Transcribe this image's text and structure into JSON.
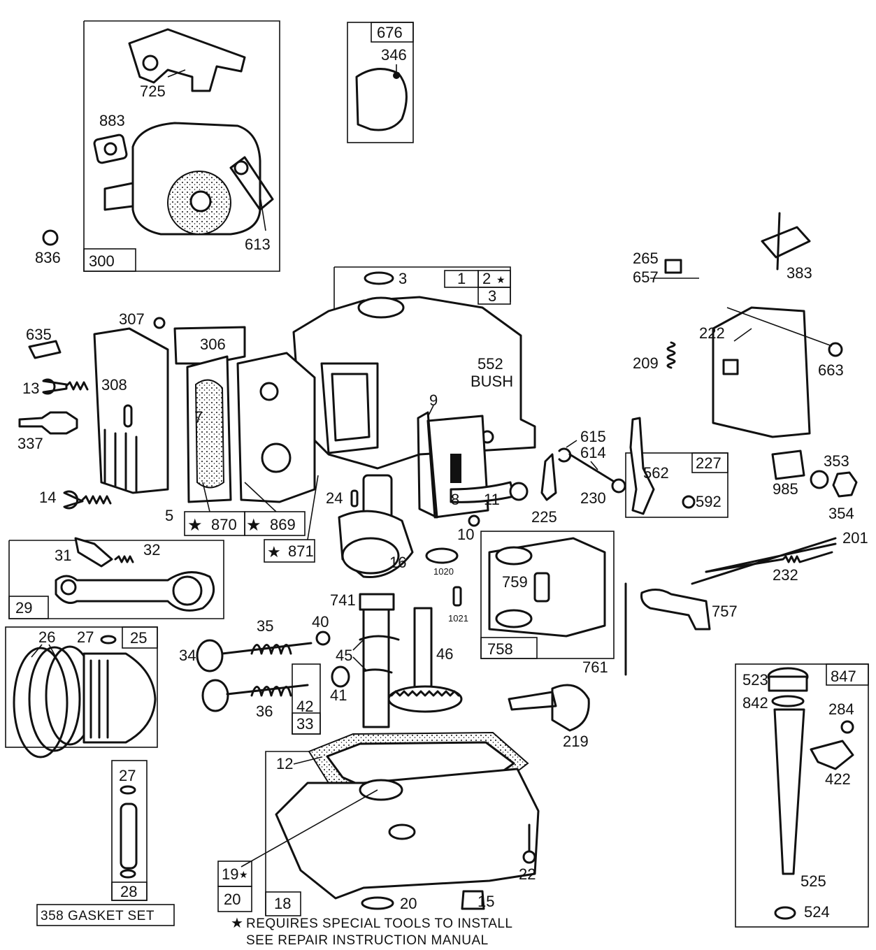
{
  "labels": {
    "l300": "300",
    "l725": "725",
    "l883": "883",
    "l613": "613",
    "l836": "836",
    "l676": "676",
    "l346": "346",
    "l265": "265",
    "l657": "657",
    "l383": "383",
    "l222": "222",
    "l663": "663",
    "l209": "209",
    "l3a": "3",
    "l1": "1",
    "l2": "2",
    "l3b": "3",
    "l307": "307",
    "l306": "306",
    "l635": "635",
    "l308": "308",
    "l13": "13",
    "l337": "337",
    "l14": "14",
    "l7": "7",
    "l5": "5",
    "l870": "870",
    "l869": "869",
    "l871": "871",
    "l552": "552",
    "lbush": "BUSH",
    "l9": "9",
    "l8": "8",
    "l11": "11",
    "l24": "24",
    "l10": "10",
    "l615": "615",
    "l614": "614",
    "l225": "225",
    "l230": "230",
    "l562": "562",
    "l227": "227",
    "l592": "592",
    "l985": "985",
    "l353": "353",
    "l354": "354",
    "l31": "31",
    "l32": "32",
    "l29": "29",
    "l16": "16",
    "l1020": "1020",
    "l741": "741",
    "l1021": "1021",
    "l759": "759",
    "l758": "758",
    "l201": "201",
    "l232": "232",
    "l757": "757",
    "l26": "26",
    "l27a": "27",
    "l25": "25",
    "l35": "35",
    "l40": "40",
    "l34": "34",
    "l45": "45",
    "l46": "46",
    "l41": "41",
    "l36": "36",
    "l42": "42",
    "l33": "33",
    "l761": "761",
    "l219": "219",
    "l523": "523",
    "l847": "847",
    "l842": "842",
    "l284": "284",
    "l422": "422",
    "l525": "525",
    "l524": "524",
    "l27b": "27",
    "l28": "28",
    "lgasket": "358 GASKET SET",
    "l12": "12",
    "l19": "19",
    "l20a": "20",
    "l18": "18",
    "l20b": "20",
    "l22": "22",
    "l15": "15"
  },
  "footnote": {
    "line1": "REQUIRES SPECIAL TOOLS TO INSTALL",
    "line2": "SEE REPAIR INSTRUCTION MANUAL"
  },
  "icons": {
    "star": "star-icon"
  }
}
